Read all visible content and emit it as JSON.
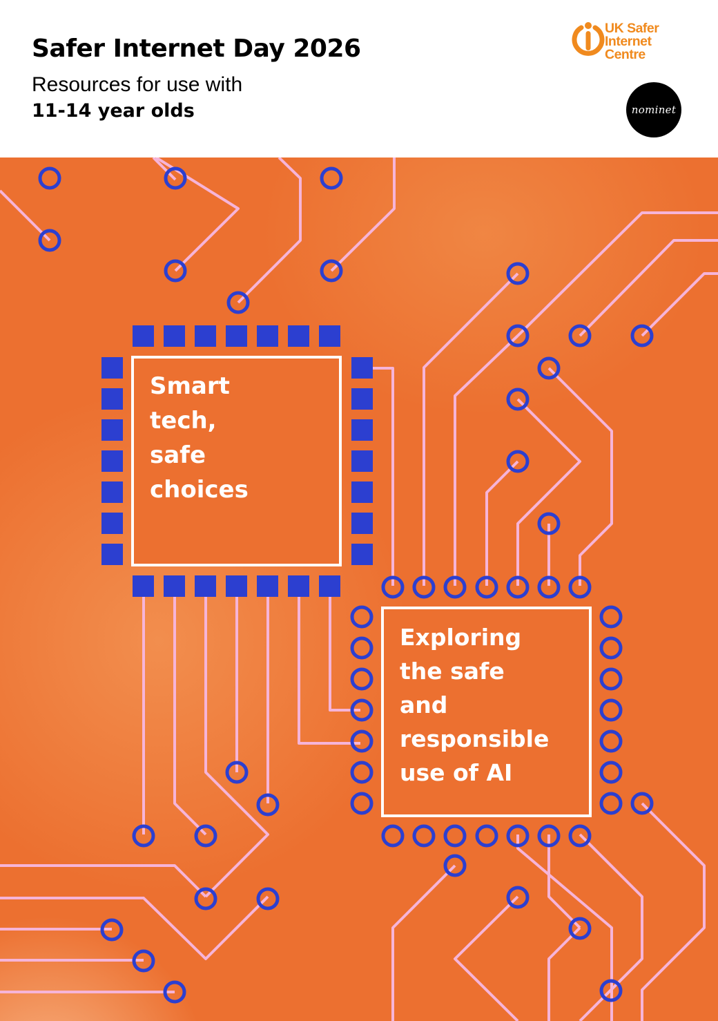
{
  "header": {
    "title": "Safer Internet Day 2026",
    "subtitle": "Resources for use with",
    "audience": "11-14 year olds"
  },
  "logos": {
    "uksic": {
      "lines": [
        "UK Safer",
        "Internet",
        "Centre"
      ],
      "icon": "power-person-icon"
    },
    "nominet": {
      "text": "nominet"
    }
  },
  "chips": {
    "chip1": {
      "lines": [
        "Smart",
        "tech,",
        "safe",
        "choices"
      ]
    },
    "chip2": {
      "lines": [
        "Exploring",
        "the safe",
        "and",
        "responsible",
        "use of AI"
      ]
    }
  },
  "colors": {
    "accent": "#f08a1e",
    "background": "#ec7030",
    "trace": "#f6b4d8",
    "node": "#2c3fd0",
    "text_dark": "#000000",
    "text_light": "#ffffff"
  }
}
